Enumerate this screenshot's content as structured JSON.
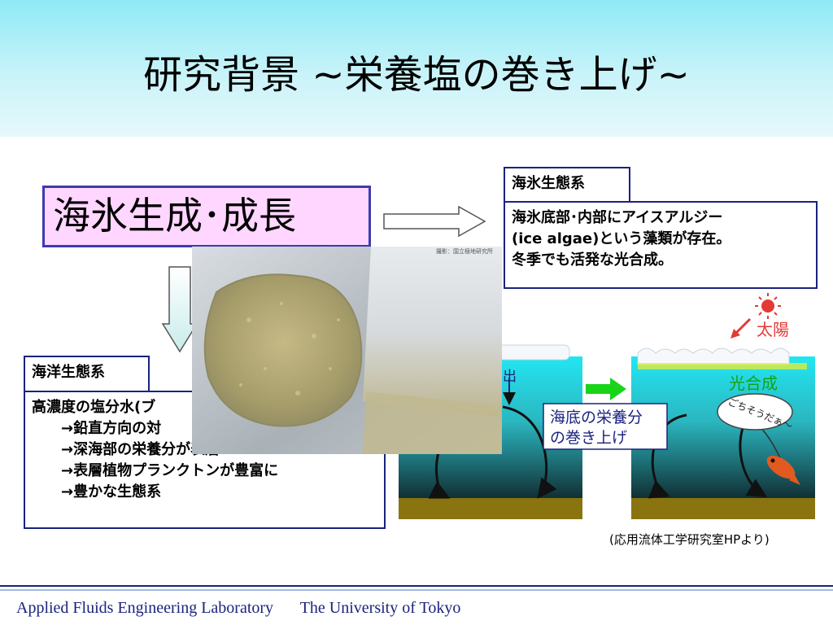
{
  "title": "研究背景 ~栄養塩の巻き上げ~",
  "main_box": "海氷生成･成長",
  "sea_ice_ecosystem": {
    "label": "海氷生態系",
    "lines": [
      "海氷底部･内部にアイスアルジー",
      "(ice algae)という藻類が存在。",
      "冬季でも活発な光合成。"
    ]
  },
  "ocean_ecosystem": {
    "label": "海洋生態系",
    "lines": [
      "高濃度の塩分水(ブ",
      "→鉛直方向の対",
      "→深海部の栄養分が表層へ",
      "→表層植物プランクトンが豊富に",
      "→豊かな生態系"
    ]
  },
  "photo": {
    "watermark": "撮影：国立極地研究所"
  },
  "diagram": {
    "sun_label": "太陽",
    "photosynthesis_label": "光合成",
    "upwelling_label_line1": "海底の栄養分",
    "upwelling_label_line2": "の巻き上げ",
    "fish_speech": "ごちそうだぁ～",
    "partial_label": "出"
  },
  "caption": "(応用流体工学研究室HPより)",
  "footer": {
    "lab": "Applied Fluids Engineering Laboratory",
    "university": "The University of Tokyo"
  },
  "colors": {
    "header_gradient_top": "#8eeaf6",
    "pink_box_fill": "#ffd6ff",
    "box_border": "#1a237e",
    "water_cyan": "#22e6f2",
    "seabed": "#8a7410",
    "sun_red": "#e53935",
    "green_arrow": "#19d419"
  }
}
